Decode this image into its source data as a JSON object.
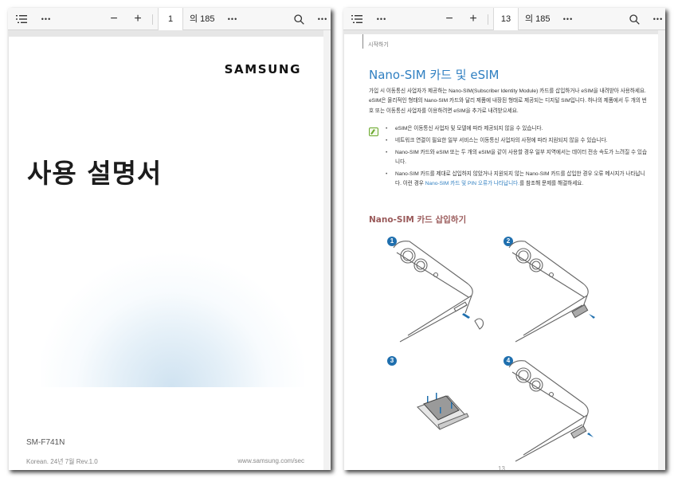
{
  "viewers": [
    {
      "toolbar": {
        "contents_icon": "table-of-contents-icon",
        "more_left_label": "•••",
        "zoom_out_label": "−",
        "zoom_in_label": "+",
        "page_value": "1",
        "page_total": "의 185",
        "more_mid_label": "•••",
        "search_icon": "search-icon",
        "more_right_label": "•••"
      },
      "page": {
        "brand": "SAMSUNG",
        "title": "사용 설명서",
        "model": "SM-F741N",
        "revision": "Korean. 24년 7월 Rev.1.0",
        "website": "www.samsung.com/sec"
      }
    },
    {
      "toolbar": {
        "contents_icon": "table-of-contents-icon",
        "more_left_label": "•••",
        "zoom_out_label": "−",
        "zoom_in_label": "+",
        "page_value": "13",
        "page_total": "의 185",
        "more_mid_label": "•••",
        "search_icon": "search-icon",
        "more_right_label": "•••"
      },
      "page": {
        "section": "시작하기",
        "heading": "Nano-SIM 카드 및 eSIM",
        "intro": "가입 시 이동통신 사업자가 제공하는 Nano-SIM(Subscriber Identity Module) 카드를 삽입하거나 eSIM을 내려받아 사용하세요. eSIM은 물리적인 형태의 Nano-SIM 카드와 달리 제품에 내장된 형태로 제공되는 디지털 SIM입니다. 하나의 제품에서 두 개의 번호 또는 이동통신 사업자를 이용하려면 eSIM을 추가로 내려받으세요.",
        "notes": [
          "eSIM은 이동통신 사업자 및 모델에 따라 제공되지 않을 수 있습니다.",
          "네트워크 연결이 필요한 일부 서비스는 이동통신 사업자의 사정에 따라 지원되지 않을 수 있습니다.",
          "Nano-SIM 카드와 eSIM 또는 두 개의 eSIM을 같이 사용할 경우 일부 지역에서는 데이터 전송 속도가 느려질 수 있습니다."
        ],
        "note_last_before": "Nano-SIM 카드를 제대로 삽입하지 않았거나 지원되지 않는 Nano-SIM 카드를 삽입한 경우 오류 메시지가 나타납니다. 이런 경우 ",
        "note_last_link": "Nano-SIM 카드 및 PIN 오류가 나타납니다.",
        "note_last_after": "를 참조해 문제를 해결하세요.",
        "subheading": "Nano-SIM 카드 삽입하기",
        "steps": [
          "1",
          "2",
          "3",
          "4"
        ],
        "page_number": "13"
      }
    }
  ],
  "colors": {
    "heading_blue": "#2f7fc1",
    "subheading": "#9a5a5a",
    "step_badge": "#1f6fae",
    "note_green": "#6aa82d"
  }
}
